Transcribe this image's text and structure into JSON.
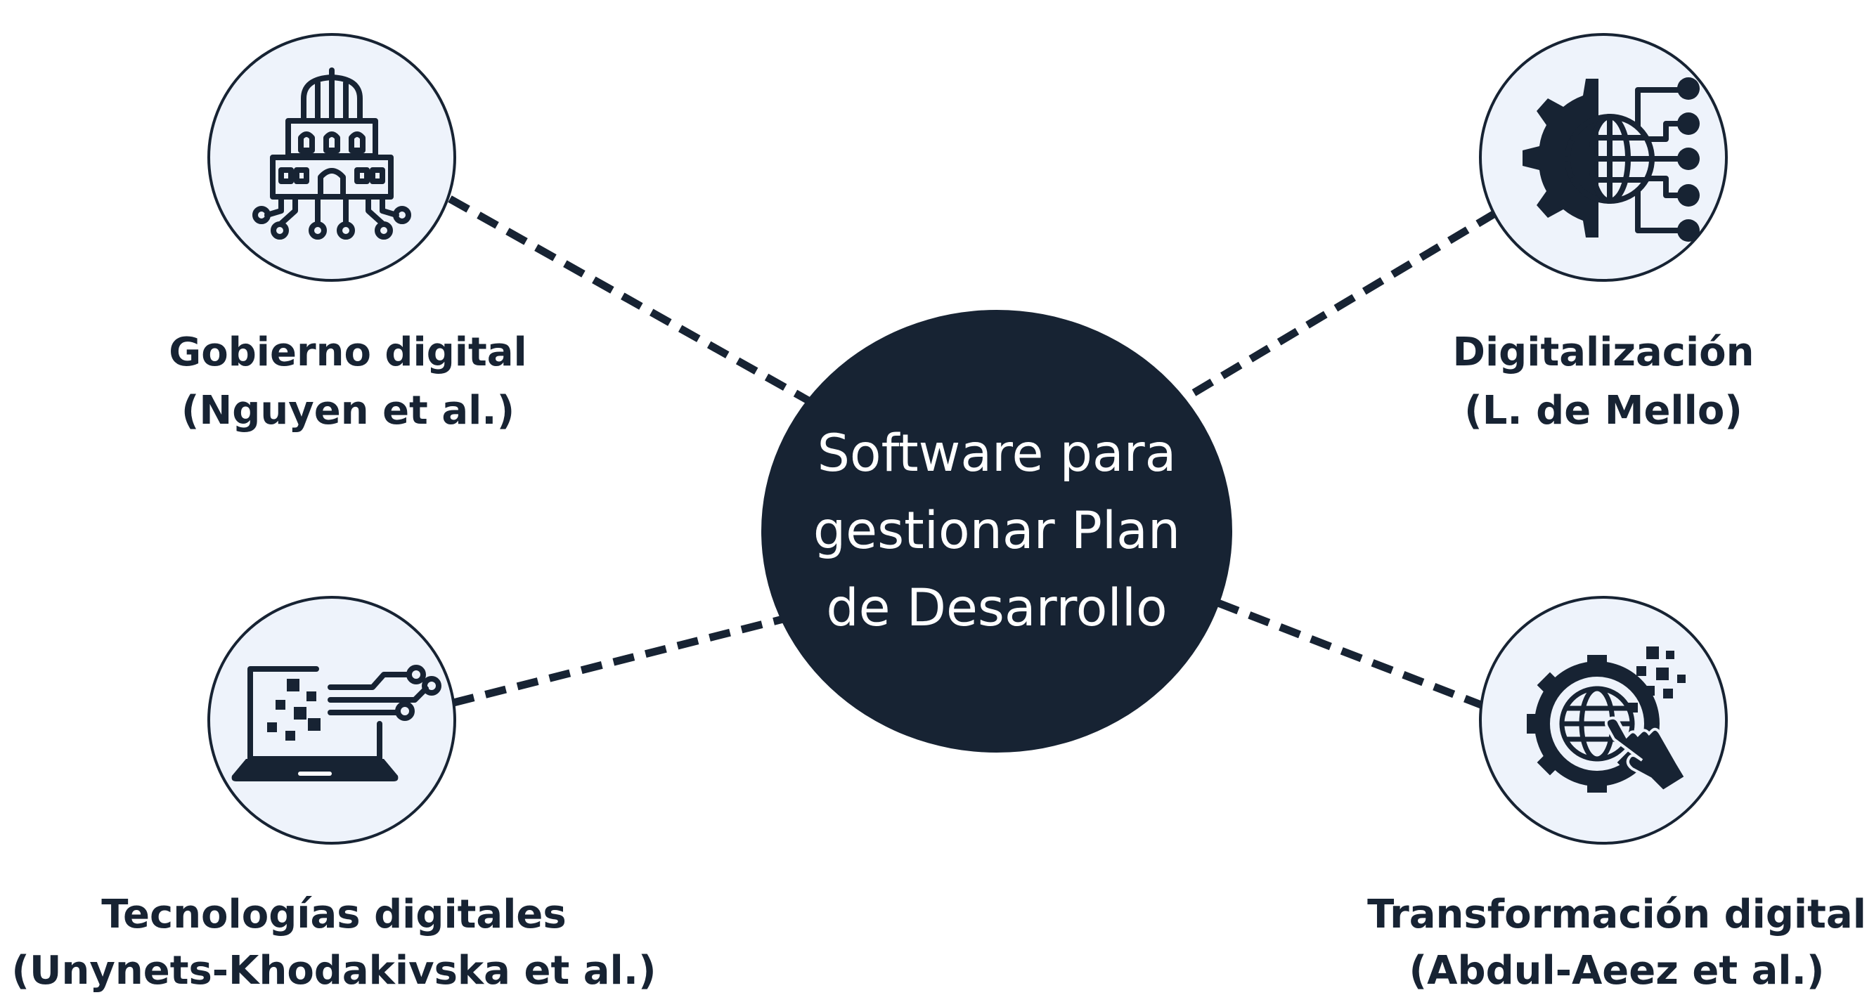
{
  "center": {
    "lines": [
      "Software para",
      "gestionar Plan",
      "de Desarrollo"
    ]
  },
  "nodes": [
    {
      "id": "gobierno",
      "icon": "digital-government-building-icon",
      "title": "Gobierno digital",
      "author": "(Nguyen et al.)"
    },
    {
      "id": "digitalizacion",
      "icon": "gear-globe-network-icon",
      "title": "Digitalización",
      "author": "(L. de Mello)"
    },
    {
      "id": "tecnologias",
      "icon": "laptop-circuit-icon",
      "title": "Tecnologías digitales",
      "author": "(Unynets-Khodakivska et al.)"
    },
    {
      "id": "transformacion",
      "icon": "gear-globe-touch-icon",
      "title": "Transformación digital",
      "author": "(Abdul-Aeez et al.)"
    }
  ],
  "colors": {
    "dark": "#172333",
    "node_fill": "#eef3fb",
    "center_text": "#ffffff",
    "background": "#ffffff"
  }
}
